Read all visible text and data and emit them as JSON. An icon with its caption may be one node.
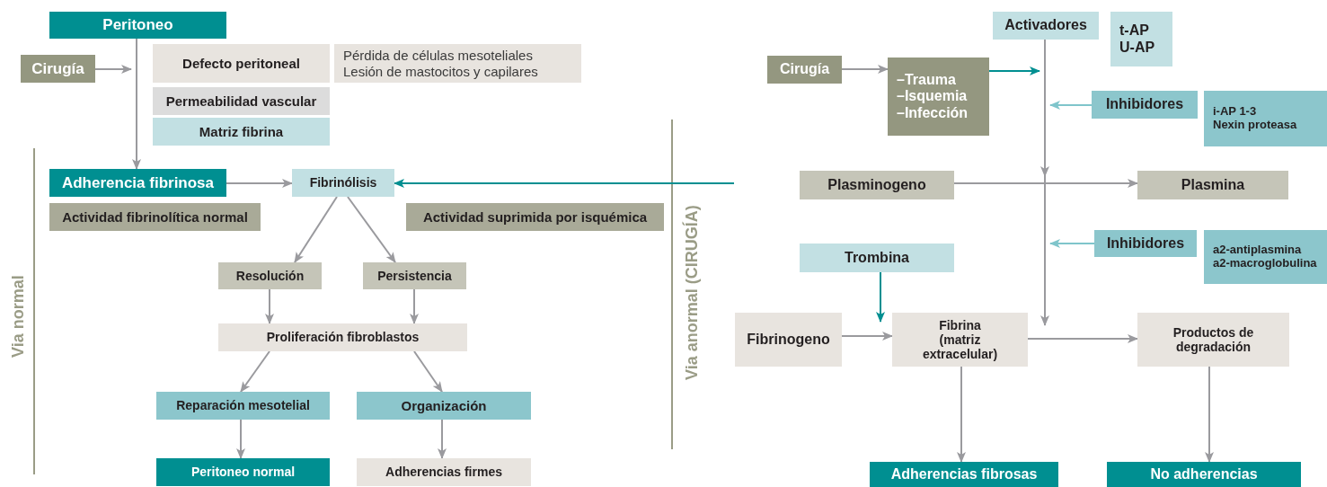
{
  "diagram": {
    "nodes": [
      {
        "text": [
          "Peritoneo"
        ]
      },
      {
        "text": [
          "Cirugía"
        ]
      },
      {
        "text": [
          "Defecto peritoneal"
        ]
      },
      {
        "text": [
          "Pérdida de células mesoteliales",
          "Lesión de mastocitos y capilares"
        ]
      },
      {
        "text": [
          "Permeabilidad vascular"
        ]
      },
      {
        "text": [
          "Matriz fibrina"
        ]
      },
      {
        "text": [
          "Adherencia fibrinosa"
        ]
      },
      {
        "text": [
          "Actividad fibrinolítica normal"
        ]
      },
      {
        "text": [
          "Fibrinólisis"
        ]
      },
      {
        "text": [
          "Actividad suprimida por isquémica"
        ]
      },
      {
        "text": [
          "Resolución"
        ]
      },
      {
        "text": [
          "Persistencia"
        ]
      },
      {
        "text": [
          "Proliferación fibroblastos"
        ]
      },
      {
        "text": [
          "Reparación mesotelial"
        ]
      },
      {
        "text": [
          "Organización"
        ]
      },
      {
        "text": [
          "Peritoneo normal"
        ]
      },
      {
        "text": [
          "Adherencias firmes"
        ]
      },
      {
        "text": [
          "Activadores"
        ]
      },
      {
        "text": [
          "t-AP",
          "U-AP"
        ]
      },
      {
        "text": [
          "Cirugía"
        ]
      },
      {
        "text": [
          "–Trauma",
          "–Isquemia",
          "–Infección"
        ]
      },
      {
        "text": [
          "Inhibidores"
        ]
      },
      {
        "text": [
          "i-AP 1-3",
          "Nexin proteasa"
        ]
      },
      {
        "text": [
          "Plasminogeno"
        ]
      },
      {
        "text": [
          "Plasmina"
        ]
      },
      {
        "text": [
          "Inhibidores"
        ]
      },
      {
        "text": [
          "a2-antiplasmina",
          "a2-macroglobulina"
        ]
      },
      {
        "text": [
          "Trombina"
        ]
      },
      {
        "text": [
          "Fibrinogeno"
        ]
      },
      {
        "text": [
          "Fibrina (matriz extracelular)"
        ]
      },
      {
        "text": [
          "Productos de degradación"
        ]
      },
      {
        "text": [
          "Adherencias fibrosas"
        ]
      },
      {
        "text": [
          "No adherencias"
        ]
      }
    ],
    "edges": [
      {
        "from": 0,
        "to": 6,
        "arrow": "to"
      },
      {
        "from": 1,
        "to": 2,
        "arrow": "to"
      },
      {
        "from": 6,
        "to": 8,
        "arrow": "to"
      },
      {
        "from": null,
        "to": 8,
        "arrow": "to",
        "color": "#008f91"
      },
      {
        "from": 8,
        "to": 10,
        "arrow": "to"
      },
      {
        "from": 8,
        "to": 11,
        "arrow": "to"
      },
      {
        "from": 10,
        "to": 12,
        "arrow": "to"
      },
      {
        "from": 11,
        "to": 12,
        "arrow": "to"
      },
      {
        "from": 12,
        "to": 13,
        "arrow": "to"
      },
      {
        "from": 12,
        "to": 14,
        "arrow": "to"
      },
      {
        "from": 13,
        "to": 15,
        "arrow": "to"
      },
      {
        "from": 14,
        "to": 16,
        "arrow": "to"
      },
      {
        "from": 19,
        "to": 20,
        "arrow": "to"
      },
      {
        "from": 20,
        "to": 17,
        "arrow": "to",
        "color": "#008f91"
      },
      {
        "from": 17,
        "to": 29,
        "arrow": "to"
      },
      {
        "from": 21,
        "to": null,
        "arrow": "to",
        "color": "#7fc5cb"
      },
      {
        "from": 25,
        "to": null,
        "arrow": "to",
        "color": "#7fc5cb"
      },
      {
        "from": 23,
        "to": 24,
        "arrow": "to"
      },
      {
        "from": 27,
        "to": 29,
        "arrow": "to",
        "color": "#008f91"
      },
      {
        "from": 28,
        "to": 29,
        "arrow": "to"
      },
      {
        "from": 29,
        "to": 30,
        "arrow": "to"
      },
      {
        "from": 29,
        "to": 31,
        "arrow": "to"
      },
      {
        "from": 30,
        "to": 32,
        "arrow": "to"
      }
    ],
    "labels": [
      "Via normal",
      "Via anormal (CIRUGÍA)"
    ]
  }
}
